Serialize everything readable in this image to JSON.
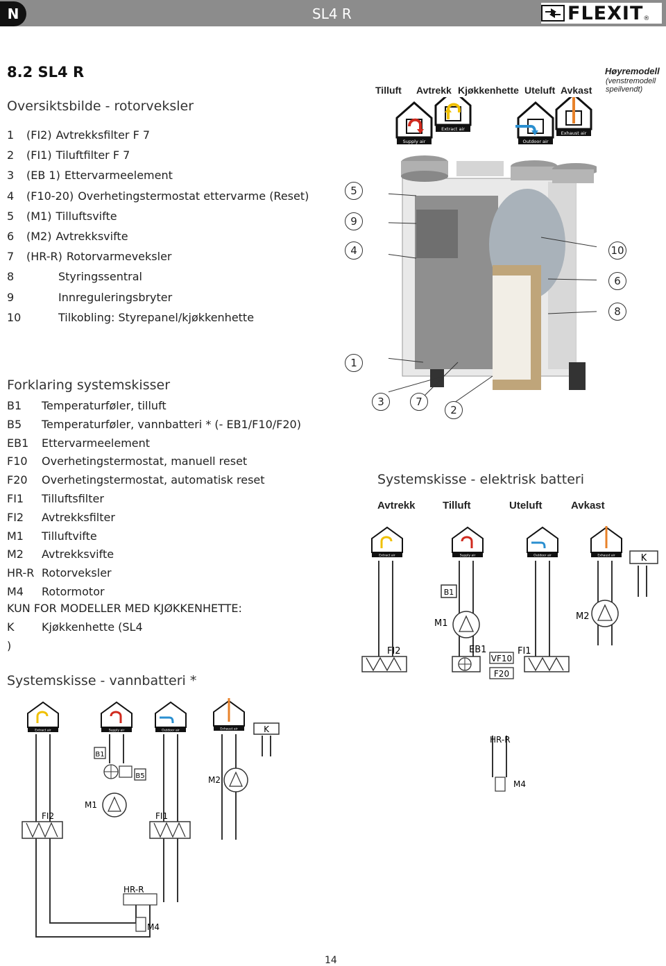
{
  "header": {
    "badge": "N",
    "title": "SL4 R",
    "logo_text": "FLEXIT",
    "logo_mark": "®"
  },
  "section": {
    "title": "8.2  SL4 R",
    "subtitle": "Oversiktsbilde - rotorveksler"
  },
  "parts": [
    {
      "num": "1",
      "code": "(FI2)",
      "desc": "Avtrekksfilter F 7"
    },
    {
      "num": "2",
      "code": "(FI1)",
      "desc": "Tiluftfilter F 7"
    },
    {
      "num": "3",
      "code": "(EB 1)",
      "desc": "Ettervarmeelement"
    },
    {
      "num": "4",
      "code": "(F10-20)",
      "desc": "Overhetingstermostat ettervarme (Reset)"
    },
    {
      "num": "5",
      "code": "(M1)",
      "desc": "Tilluftsvifte"
    },
    {
      "num": "6",
      "code": "(M2)",
      "desc": "Avtrekksvifte"
    },
    {
      "num": "7",
      "code": "(HR-R)",
      "desc": "Rotorvarmeveksler"
    },
    {
      "num": "8",
      "code": "",
      "desc": "Styringssentral"
    },
    {
      "num": "9",
      "code": "",
      "desc": "Innreguleringsbryter"
    },
    {
      "num": "10",
      "code": "",
      "desc": "Tilkobling: Styrepanel/kjøkkenhette"
    }
  ],
  "photo": {
    "top_labels": [
      "Tilluft",
      "Avtrekk",
      "Kjøkkenhette",
      "Uteluft",
      "Avkast"
    ],
    "model_title": "Høyremodell",
    "model_note_1": "(venstremodell",
    "model_note_2": "speilvendt)",
    "icon_labels": [
      "Supply air",
      "Extract air",
      "Outdoor air",
      "Exhaust air"
    ],
    "callouts": [
      "5",
      "9",
      "4",
      "10",
      "6",
      "8",
      "1",
      "3",
      "7",
      "2"
    ]
  },
  "legend": {
    "title": "Forklaring systemskisser",
    "items": [
      {
        "key": "B1",
        "desc": "Temperaturføler, tilluft"
      },
      {
        "key": "B5",
        "desc": "Temperaturføler, vannbatteri * (- EB1/F10/F20)"
      },
      {
        "key": "EB1",
        "desc": "Ettervarmeelement"
      },
      {
        "key": "F10",
        "desc": "Overhetingstermostat, manuell reset"
      },
      {
        "key": "F20",
        "desc": "Overhetingstermostat, automatisk reset"
      },
      {
        "key": "FI1",
        "desc": "Tilluftsfilter"
      },
      {
        "key": "FI2",
        "desc": "Avtrekksfilter"
      },
      {
        "key": "M1",
        "desc": "Tilluftvifte"
      },
      {
        "key": "M2",
        "desc": "Avtrekksvifte"
      },
      {
        "key": "HR-R",
        "desc": "Rotorveksler"
      },
      {
        "key": "M4",
        "desc": "Rotormotor"
      }
    ],
    "kitchen_heading": "KUN FOR MODELLER MED KJØKKENHETTE:",
    "kitchen_key": "K",
    "kitchen_desc": "Kjøkkenhette (SL4",
    "kitchen_tail": ")"
  },
  "electric": {
    "title": "Systemskisse - elektrisk batteri",
    "labels": [
      "Avtrekk",
      "Tilluft",
      "Uteluft",
      "Avkast"
    ],
    "icon_labels": [
      "Extract air",
      "Supply air",
      "Outdoor air",
      "Exhaust air"
    ],
    "k": "K",
    "fi2": "FI2",
    "b1": "B1",
    "m1": "M1",
    "m2": "M2",
    "eb1": "EB1",
    "fi1": "FI1",
    "vf10": "VF10",
    "f20": "F20"
  },
  "water": {
    "title": "Systemskisse - vannbatteri *",
    "icon_labels": [
      "Extract air",
      "Supply air",
      "Outdoor air",
      "Exhaust air"
    ],
    "k": "K",
    "hr_r": "HR-R",
    "b1": "B1",
    "b5": "B5",
    "m2": "M2",
    "m4": "M4",
    "m1": "M1",
    "fi2": "FI2",
    "fi1": "FI1",
    "hr_r2": "HR-R",
    "m4b": "M4"
  },
  "page_number": "14",
  "colors": {
    "header_bg": "#8c8c8c",
    "supply_red": "#d02a1e",
    "extract_yellow": "#f0c000",
    "outdoor_blue": "#2a8fd0",
    "exhaust_orange": "#e8822a"
  }
}
